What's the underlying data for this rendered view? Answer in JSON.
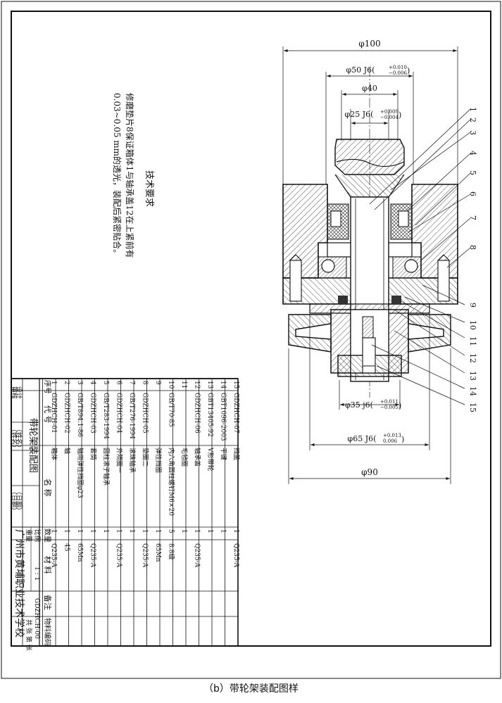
{
  "caption": "（b）带轮架装配图样",
  "dimensions": {
    "d100": "φ100",
    "d50": "φ50 J6(",
    "d50_tol_upper": "+0.010",
    "d50_tol_lower": "−0.006",
    "d40": "φ40",
    "d25": "φ25 J6(",
    "d25_tol_upper": "+0.009",
    "d25_tol_lower": "−0.004",
    "d35": "φ35 j6(",
    "d35_tol_upper": "+0.011",
    "d35_tol_lower": "−0.005",
    "d65": "φ65 J6(",
    "d65_tol_upper": "+0.013",
    "d65_tol_lower": "0.006",
    "d90": "φ90"
  },
  "balloons": [
    "1",
    "2",
    "3",
    "4",
    "5",
    "6",
    "7",
    "8",
    "9",
    "10",
    "11",
    "12",
    "13",
    "14",
    "15"
  ],
  "tech_req": {
    "title": "技术要求",
    "line1": "修磨垫片8保证箱体1与轴承盖12在上紧前有",
    "line2": "0.03~0.05 mm的透光，装配后紧密贴合。"
  },
  "bom": {
    "header": {
      "seq": "序号",
      "code": "代 号",
      "name": "名 称",
      "qty": "数量",
      "material": "材 料",
      "note": "备注"
    },
    "rows": [
      {
        "seq": "15",
        "code": "GDZHCH-07",
        "name": "挡盖",
        "qty": "1",
        "material": "Q235-A"
      },
      {
        "seq": "14",
        "code": "GBT1096-2003",
        "name": "平键",
        "qty": "1",
        "material": ""
      },
      {
        "seq": "13",
        "code": "GBT13405-92",
        "name": "V形带轮",
        "qty": "1",
        "material": ""
      },
      {
        "seq": "12",
        "code": "GDZHCH-06",
        "name": "轴承盖",
        "qty": "1",
        "material": "Q235-A"
      },
      {
        "seq": "11",
        "code": "",
        "name": "毛毡圈",
        "qty": "1",
        "material": ""
      },
      {
        "seq": "10",
        "code": "GB/T70-85",
        "name": "内六角圆柱螺钉M6×20",
        "qty": "5",
        "material": "8.8级"
      },
      {
        "seq": "9",
        "code": "",
        "name": "弹性挡圈",
        "qty": "1",
        "material": "65Mn"
      },
      {
        "seq": "8",
        "code": "GDZHCH-05",
        "name": "垫圈二",
        "qty": "1",
        "material": "Q235-A"
      },
      {
        "seq": "7",
        "code": "GB/T276-1994",
        "name": "滚珠轴承",
        "qty": "1",
        "material": ""
      },
      {
        "seq": "6",
        "code": "GDZHCH-04",
        "name": "外隔圈一",
        "qty": "1",
        "material": "Q235-A"
      },
      {
        "seq": "5",
        "code": "GB/T283-1994",
        "name": "圆柱滚子轴承",
        "qty": "1",
        "material": ""
      },
      {
        "seq": "4",
        "code": "GDZHCH-03",
        "name": "套筒",
        "qty": "1",
        "material": "Q235-A"
      },
      {
        "seq": "3",
        "code": "GB/T894.1-86",
        "name": "轴用弹性挡圈φ23",
        "qty": "1",
        "material": "65Mn"
      },
      {
        "seq": "2",
        "code": "GDZHCH-02",
        "name": "轴",
        "qty": "1",
        "material": "45"
      },
      {
        "seq": "1",
        "code": "GDZHCH-01",
        "name": "箱体",
        "qty": "1",
        "material": "Q235-A"
      }
    ]
  },
  "title_block": {
    "drawing_title": "带轮架装配图",
    "scale_label": "比例",
    "weight_label": "重量",
    "scale_value": "1 : 1",
    "drawing_no": "GDZHCH-00",
    "material_code": "物料编码",
    "sheets": "共 张 第 张",
    "designer": "设计",
    "checker": "审核",
    "name_placeholder": "（姓名）",
    "date_placeholder": "（日期）",
    "school": "广州市黄埔职业技术学校"
  }
}
